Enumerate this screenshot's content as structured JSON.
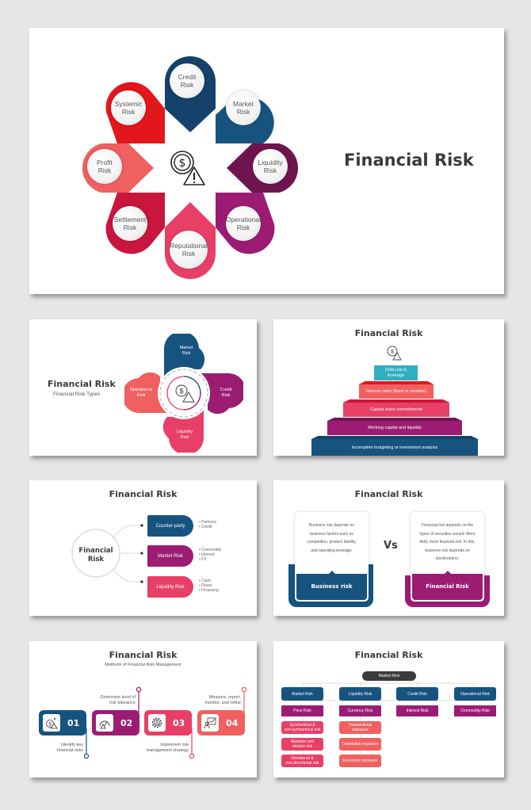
{
  "colors": {
    "navy": "#15426b",
    "blue": "#17537f",
    "plum": "#6e1550",
    "purple": "#9c1c74",
    "red": "#e3161b",
    "crimson": "#c9163d",
    "pink": "#e83f66",
    "salmon": "#f06060",
    "teal": "#30afc2",
    "dark_pill": "#3b3b3b"
  },
  "slide1": {
    "title": "Financial Risk",
    "center_icon": "dollar-warning-icon",
    "pins": [
      {
        "label_line1": "Credit",
        "label_line2": "Risk",
        "color": "#15426b"
      },
      {
        "label_line1": "Market",
        "label_line2": "Risk",
        "color": "#17537f"
      },
      {
        "label_line1": "Liquidity",
        "label_line2": "Risk",
        "color": "#6e1550"
      },
      {
        "label_line1": "Operational",
        "label_line2": "Risk",
        "color": "#9c1c74"
      },
      {
        "label_line1": "Reputational",
        "label_line2": "Risk",
        "color": "#e83f66"
      },
      {
        "label_line1": "Settlement",
        "label_line2": "Risk",
        "color": "#c9163d"
      },
      {
        "label_line1": "Profit",
        "label_line2": "Risk",
        "color": "#f06060"
      },
      {
        "label_line1": "Systemic",
        "label_line2": "Risk",
        "color": "#e3161b"
      }
    ]
  },
  "slide2": {
    "title": "Financial Risk",
    "subtitle": "Financial Risk Types",
    "petals": [
      {
        "line1": "Market",
        "line2": "Risk"
      },
      {
        "line1": "Credit",
        "line2": "Risk"
      },
      {
        "line1": "Liquidity",
        "line2": "Risk"
      },
      {
        "line1": "Operational",
        "line2": "Risk"
      }
    ]
  },
  "slide3": {
    "title": "Financial Risk",
    "steps": [
      {
        "line1": "Debt use &",
        "line2": "leverage"
      },
      {
        "line1": "Interest rates (fixed or variable)"
      },
      {
        "line1": "Capital lease commitments"
      },
      {
        "line1": "Working capital and liquidity"
      },
      {
        "line1": "Incomplete budgeting or investment analysis"
      }
    ]
  },
  "slide4": {
    "title": "Financial Risk",
    "center_line1": "Financial",
    "center_line2": "Risk",
    "branches": [
      {
        "label": "Counter-party",
        "bullets": [
          "Partners",
          "Credit"
        ]
      },
      {
        "label": "Market Risk",
        "bullets": [
          "Commodity",
          "Interest",
          "FX"
        ]
      },
      {
        "label": "Liquidity Risk",
        "bullets": [
          "Cash",
          "Flows",
          "Financing"
        ]
      }
    ]
  },
  "slide5": {
    "title": "Financial Risk",
    "vs": "Vs",
    "left": {
      "text": [
        "Business risk depends on",
        "business factors such as",
        "competition, product liability,",
        "and operating leverage."
      ],
      "label": "Business risk"
    },
    "right": {
      "text": [
        "Financial risk depends on the",
        "types of securities issued: More",
        "debt, more financial risk. In this,",
        "business risk depends on",
        "stockholders."
      ],
      "label": "Financial Risk"
    }
  },
  "slide6": {
    "title": "Financial Risk",
    "subtitle": "Methods of Financial Risk Management",
    "methods": [
      {
        "num": "01",
        "text": [
          "Identify key",
          "financial risks"
        ],
        "icon": "money-bag-warning-icon"
      },
      {
        "num": "02",
        "text": [
          "Determine level of",
          "risk tolerance"
        ],
        "icon": "gauge-warning-icon"
      },
      {
        "num": "03",
        "text": [
          "Implement risk",
          "management strategy"
        ],
        "icon": "gear-warning-icon"
      },
      {
        "num": "04",
        "text": [
          "Measure, report,",
          "monitor, and refine"
        ],
        "icon": "analyst-chart-icon"
      }
    ]
  },
  "slide7": {
    "title": "Financial Risk",
    "root": "Market Risk",
    "columns": [
      {
        "head": "Market Risk",
        "sub": "Price Risk",
        "leaves": [
          [
            "Symmetrical &",
            "non-symmetrical risk"
          ],
          [
            "Absolute and",
            "relative risk"
          ],
          [
            "Directional &",
            "non-directional risk"
          ]
        ]
      },
      {
        "head": "Liquidity Risk",
        "sub": "Currency Risk",
        "leaves": [
          [
            "Transactional",
            "exposure"
          ],
          [
            "Translation exposure"
          ],
          [
            "Economic exposure"
          ]
        ]
      },
      {
        "head": "Credit Risk",
        "sub": "Interest Risk",
        "leaves": []
      },
      {
        "head": "Operational Risk",
        "sub": "Commodity Risk",
        "leaves": []
      }
    ]
  }
}
